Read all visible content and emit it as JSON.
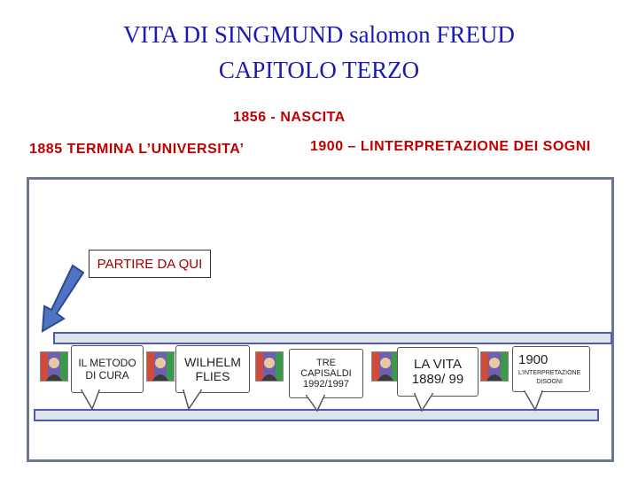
{
  "header": {
    "title_line1": "VITA DI SINGMUND  salomon FREUD",
    "title_line2": "CAPITOLO TERZO"
  },
  "headlines": {
    "birth": "1856 - NASCITA",
    "university": "1885  TERMINA L’UNIVERSITA’",
    "dreams": "1900 – LINTERPRETAZIONE DEI SOGNI"
  },
  "start_box": {
    "label": "PARTIRE DA QUI"
  },
  "timeline": {
    "items": [
      {
        "label": "IL METODO\nDI CURA"
      },
      {
        "label": "WILHELM\nFLIES"
      },
      {
        "label": "TRE\nCAPISALDI\n1992/1997"
      },
      {
        "label": "LA VITA\n1889/ 99"
      },
      {
        "label": "1900",
        "sublabel": "L’INTERPRETAZIONE\nDISOGNI"
      }
    ]
  },
  "icons": {
    "portrait": "freud-portrait-icon",
    "arrow": "down-left-arrow-icon"
  },
  "colors": {
    "title": "#1b1bb3",
    "headline": "#c00000",
    "bar": "#dfe3ea",
    "bar_border": "#4a5cb8"
  }
}
